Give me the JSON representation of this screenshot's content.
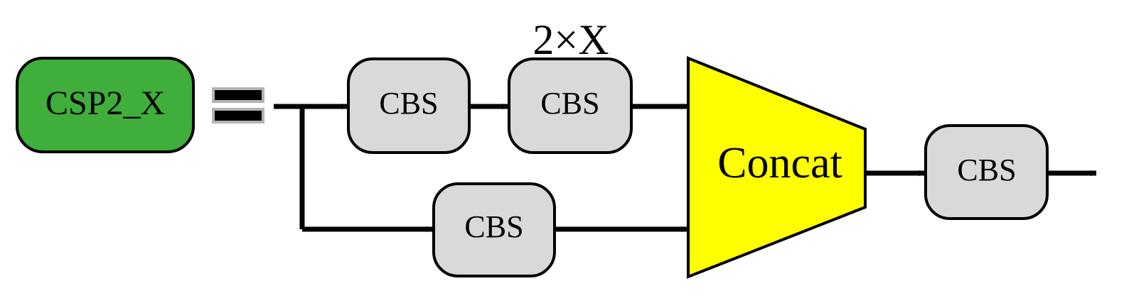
{
  "module": {
    "label": "CSP2_X",
    "fill": "#3fae3a"
  },
  "equals_symbol": "=",
  "branch_top": {
    "first_block": "CBS",
    "second_block": "CBS",
    "repeat_label": "2×X"
  },
  "branch_bottom": {
    "block": "CBS"
  },
  "concat": {
    "label": "Concat",
    "fill": "#ffff00"
  },
  "output_block": {
    "label": "CBS"
  },
  "colors": {
    "block_fill": "#d9d9d9",
    "stroke": "#000000",
    "equals_border": "#b3b3b3"
  }
}
